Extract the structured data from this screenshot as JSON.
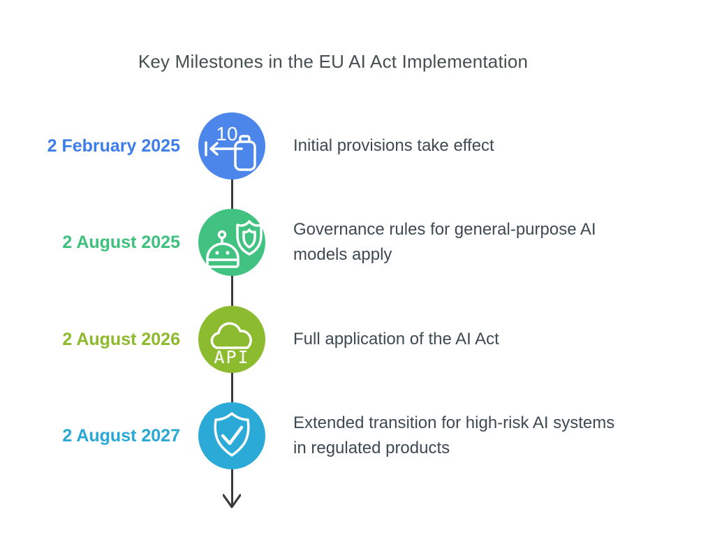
{
  "title": "Key Milestones in the EU AI Act Implementation",
  "colors": {
    "title_text": "#454F50",
    "description_text": "#3D4A52",
    "timeline_line": "#3B3B3B",
    "background": "#FFFFFF"
  },
  "milestones": [
    {
      "date": "2 February 2025",
      "date_color": "#3D7DE9",
      "circle_color": "#4C86EB",
      "icon": "calendar-countdown-icon",
      "icon_text": "10",
      "description": "Initial provisions take effect"
    },
    {
      "date": "2 August 2025",
      "date_color": "#3EC17D",
      "circle_color": "#41C280",
      "icon": "robot-shield-icon",
      "description": "Governance rules for general-purpose AI\nmodels apply"
    },
    {
      "date": "2 August 2026",
      "date_color": "#8CBA2C",
      "circle_color": "#8DBB2F",
      "icon": "cloud-api-icon",
      "icon_text": "API",
      "description": "Full application of the AI Act"
    },
    {
      "date": "2 August 2027",
      "date_color": "#29A8D6",
      "circle_color": "#2BAAD8",
      "icon": "shield-check-icon",
      "description": "Extended transition for high-risk AI systems\nin regulated products"
    }
  ]
}
